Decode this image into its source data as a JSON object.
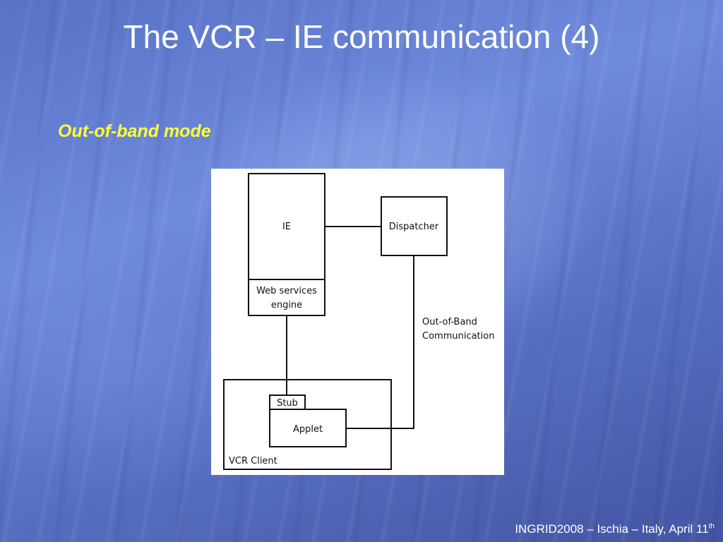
{
  "slide": {
    "title": "The VCR – IE communication (4)",
    "subtitle": "Out-of-band mode",
    "footer": {
      "text": "INGRID2008 – Ischia – Italy, April 11",
      "superscript": "th"
    }
  },
  "diagram": {
    "ie_label": "IE",
    "ws_label_line1": "Web services",
    "ws_label_line2": "engine",
    "dispatcher_label": "Dispatcher",
    "oob_label_line1": "Out-of-Band",
    "oob_label_line2": "Communication",
    "stub_label": "Stub",
    "applet_label": "Applet",
    "vcr_client_label": "VCR Client"
  },
  "colors": {
    "title": "#ffffff",
    "subtitle": "#ffff33",
    "diagram_background": "#ffffff",
    "diagram_stroke": "#111111"
  }
}
